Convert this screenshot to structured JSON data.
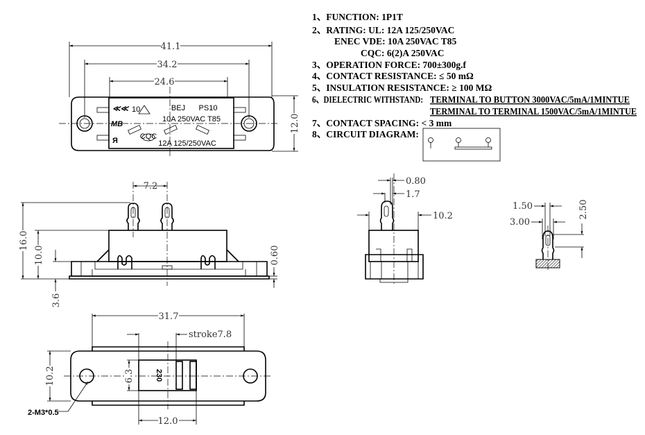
{
  "specs": {
    "line1": "1、FUNCTION:  1P1T",
    "line2": "2、RATING:  UL:  12A  125/250VAC",
    "line2b": "ENEC  VDE:  10A  250VAC  T85",
    "line2c": "CQC:  6(2)A  250VAC",
    "line3": "3、OPERATION  FORCE: 700±300g.f",
    "line4": "4、CONTACT  RESISTANCE: ≤  50  mΩ",
    "line5": "5、INSULATION  RESISTANCE: ≥  100  MΩ",
    "line6": "6、DIELECTRIC  WITHSTAND:",
    "line6a": "TERMINAL  TO  BUTTON  3000VAC/5mA/1MINTUE",
    "line6b": "TERMINAL  TO  TERMINAL  1500VAC/5mA/1MINTUE",
    "line7": "7、CONTACT  SPACING: <  3  mm",
    "line8": "8、CIRCUIT  DIAGRAM:"
  },
  "top_view": {
    "dims": {
      "overall": "41.1",
      "holes": "34.2",
      "body": "24.6",
      "height": "12.0"
    },
    "marking": {
      "brand": "BEJ",
      "model": "PS10",
      "rating_enec": "10A 250VAC T85",
      "rating_ul": "12A 125/250VAC",
      "enec_num": "10",
      "cqc": "CQC"
    }
  },
  "side_view": {
    "dims": {
      "pitch": "7.2",
      "total": "16.0",
      "body": "10.0",
      "base": "3.6",
      "plate": "0.60"
    }
  },
  "bottom_view": {
    "dims": {
      "centers": "31.7",
      "stroke": "stroke7.8",
      "width": "10.2",
      "slider_h": "6.3",
      "slider_w": "12.0",
      "thread": "2-M3*0.5"
    },
    "slider_label": "230"
  },
  "end_view": {
    "dims": {
      "t1": "0.80",
      "t2": "1.7",
      "w": "10.2"
    }
  },
  "terminal_detail": {
    "dims": {
      "a": "1.50",
      "b": "3.00",
      "c": "2.50"
    }
  }
}
